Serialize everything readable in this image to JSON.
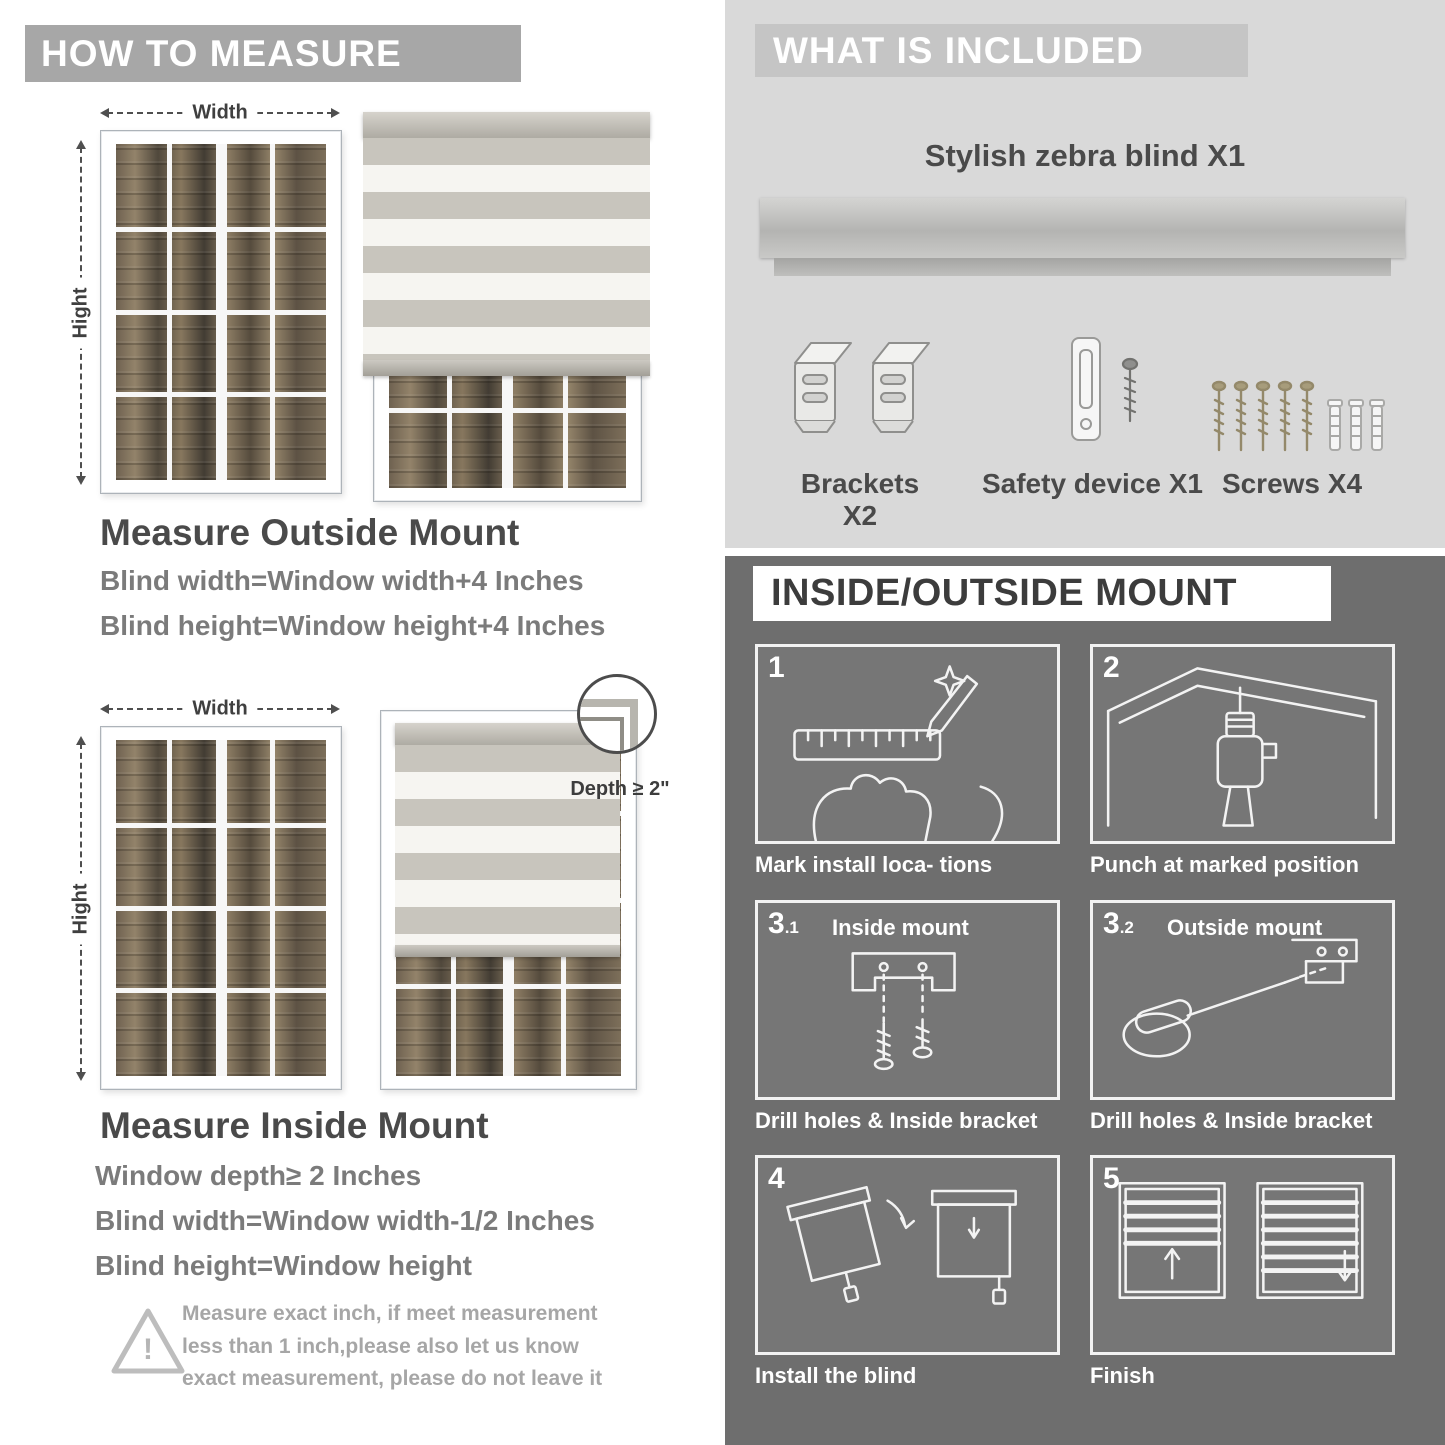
{
  "left": {
    "header": "HOW TO MEASURE",
    "outside": {
      "width_label": "Width",
      "height_label": "Hight",
      "title": "Measure Outside Mount",
      "lines": [
        "Blind width=Window width+4 Inches",
        "Blind height=Window height+4 Inches"
      ]
    },
    "inside": {
      "width_label": "Width",
      "height_label": "Hight",
      "depth_label": "Depth ≥ 2\"",
      "title": "Measure Inside Mount",
      "lines": [
        "Window depth≥ 2 Inches",
        "Blind width=Window width-1/2 Inches",
        "Blind height=Window height"
      ]
    },
    "warning": {
      "mark": "!",
      "text": "Measure exact inch, if meet measurement less than 1 inch,please also let us know exact measurement, please do not leave it"
    }
  },
  "right": {
    "included": {
      "header": "WHAT IS INCLUDED",
      "product_label": "Stylish zebra blind X1",
      "items": [
        {
          "label": "Brackets X2"
        },
        {
          "label": "Safety device X1"
        },
        {
          "label": "Screws X4"
        }
      ]
    },
    "mount": {
      "header": "INSIDE/OUTSIDE MOUNT",
      "steps": [
        {
          "num": "1",
          "caption": "Mark install loca- tions"
        },
        {
          "num": "2",
          "caption": "Punch at  marked position"
        },
        {
          "num": "3",
          "sub": ".1",
          "label": "Inside mount",
          "caption": "Drill holes &  Inside bracket"
        },
        {
          "num": "3",
          "sub": ".2",
          "label": "Outside mount",
          "caption": "Drill holes &  Inside bracket"
        },
        {
          "num": "4",
          "caption": "Install the blind"
        },
        {
          "num": "5",
          "caption": "Finish"
        }
      ]
    }
  }
}
